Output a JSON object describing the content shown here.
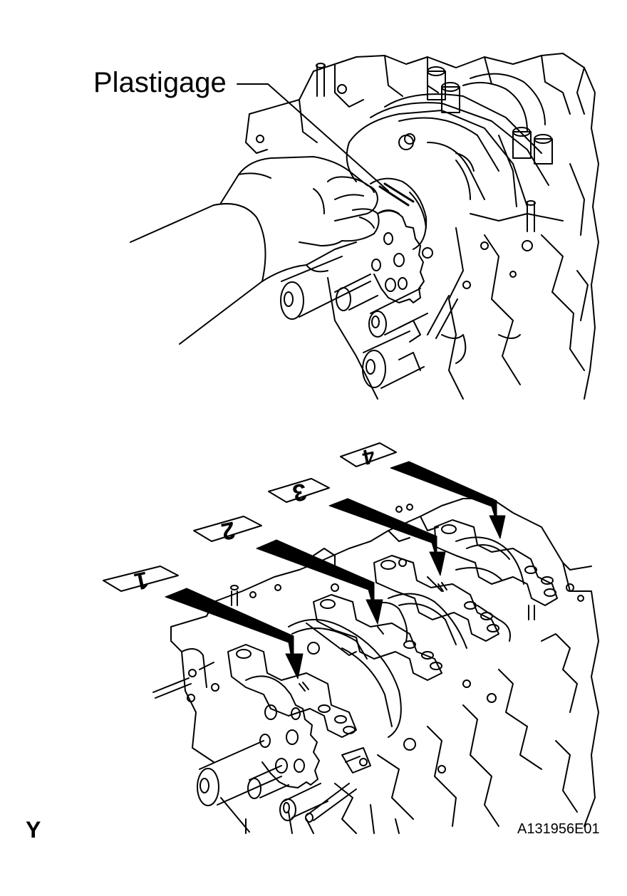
{
  "labels": {
    "plastigage": "Plastigage",
    "corner_mark": "Y",
    "figure_code": "A131956E01"
  },
  "journals": [
    {
      "number": "1"
    },
    {
      "number": "2"
    },
    {
      "number": "3"
    },
    {
      "number": "4"
    }
  ],
  "colors": {
    "ink": "#000000",
    "paper": "#ffffff"
  }
}
